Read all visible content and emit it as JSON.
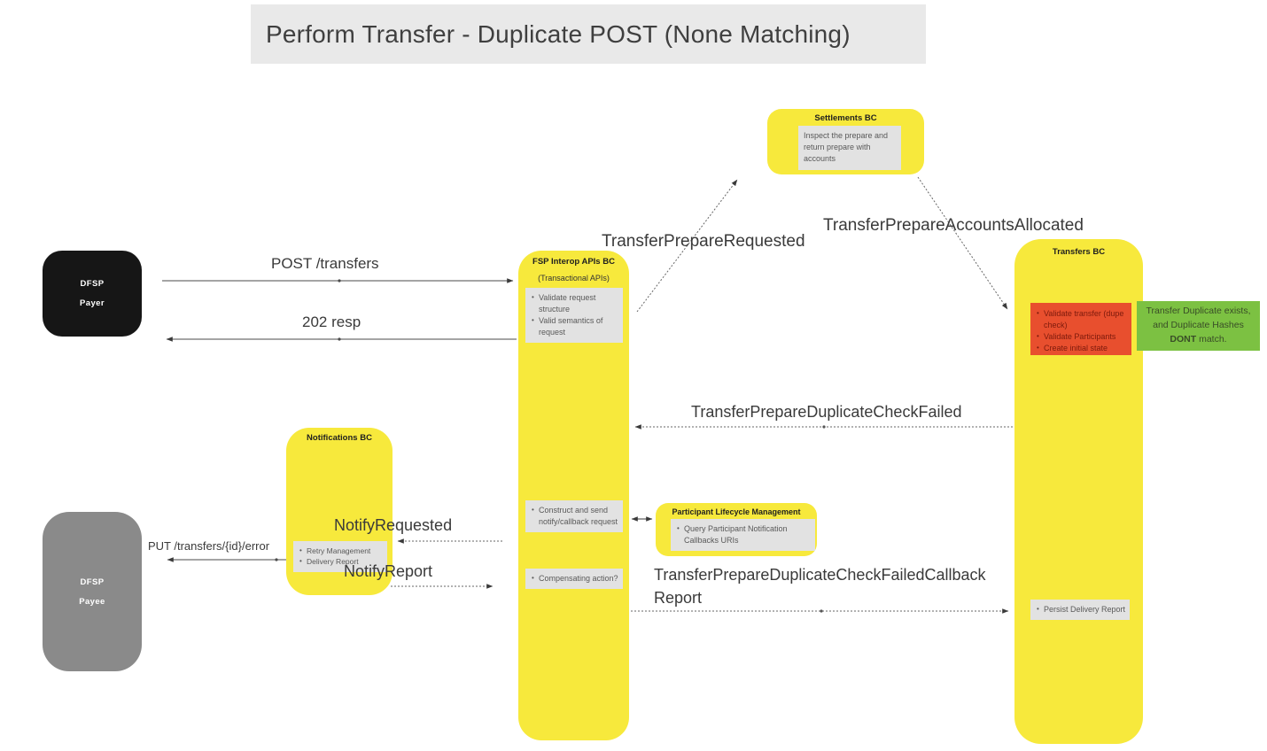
{
  "title": "Perform Transfer - Duplicate POST (None Matching)",
  "actors": {
    "payer": {
      "line1": "DFSP",
      "line2": "Payer"
    },
    "payee": {
      "line1": "DFSP",
      "line2": "Payee"
    }
  },
  "nodes": {
    "settlements": {
      "title": "Settlements BC",
      "note": "Inspect the prepare and return prepare with accounts"
    },
    "fsp_interop": {
      "title": "FSP Interop APIs BC",
      "subtitle": "(Transactional APIs)",
      "request_validation": [
        "Validate request structure",
        "Valid semantics of request"
      ],
      "notify_tasks": [
        "Construct and send notify/callback request"
      ],
      "compensate_tasks": [
        "Compensating action?"
      ]
    },
    "transfers": {
      "title": "Transfers BC",
      "validation_tasks": [
        "Validate transfer (dupe check)",
        "Validate Participants",
        "Create initial state"
      ],
      "persist_tasks": [
        "Persist Delivery Report"
      ]
    },
    "notifications": {
      "title": "Notifications BC",
      "tasks": [
        "Retry Management",
        "Delivery Report"
      ]
    },
    "participant_lifecycle": {
      "title": "Participant Lifecycle Management",
      "tasks": [
        "Query Participant Notification Callbacks URIs"
      ]
    }
  },
  "callout": {
    "line1": "Transfer Duplicate exists,",
    "line2": "and Duplicate Hashes",
    "line3_bold": "DONT",
    "line3_rest": " match."
  },
  "messages": {
    "post_transfers": "POST /transfers",
    "resp_202": "202 resp",
    "transfer_prepare_requested": "TransferPrepareRequested",
    "transfer_prepare_accounts_allocated": "TransferPrepareAccountsAllocated",
    "transfer_prepare_duplicate_check_failed": "TransferPrepareDuplicateCheckFailed",
    "notify_requested": "NotifyRequested",
    "put_transfers_id_error": "PUT /transfers/{id}/error",
    "notify_report": "NotifyReport",
    "duplicate_check_failed_callback": "TransferPrepareDuplicateCheckFailedCallback",
    "duplicate_check_failed_callback_line2": "Report"
  },
  "colors": {
    "node_yellow": "#f7e93c",
    "note_gray": "#e2e2e2",
    "alert_red": "#e84f2e",
    "callout_green": "#7cc142",
    "actor_black": "#161616",
    "actor_gray": "#8a8a8a",
    "banner_gray": "#e9e9e9"
  }
}
